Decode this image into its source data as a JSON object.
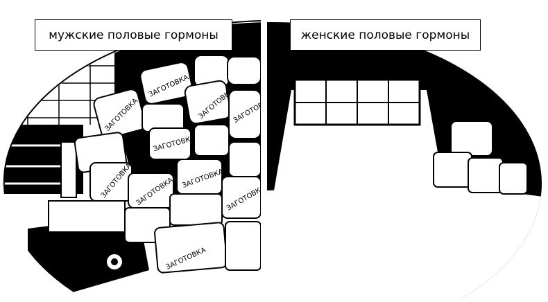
{
  "panels": {
    "left": {
      "title": "мужские половые гормоны"
    },
    "right": {
      "title": "женские половые гормоны"
    }
  },
  "box_label": "ЗАГОТОВКА",
  "colors": {
    "ink": "#000000",
    "paper": "#ffffff"
  }
}
